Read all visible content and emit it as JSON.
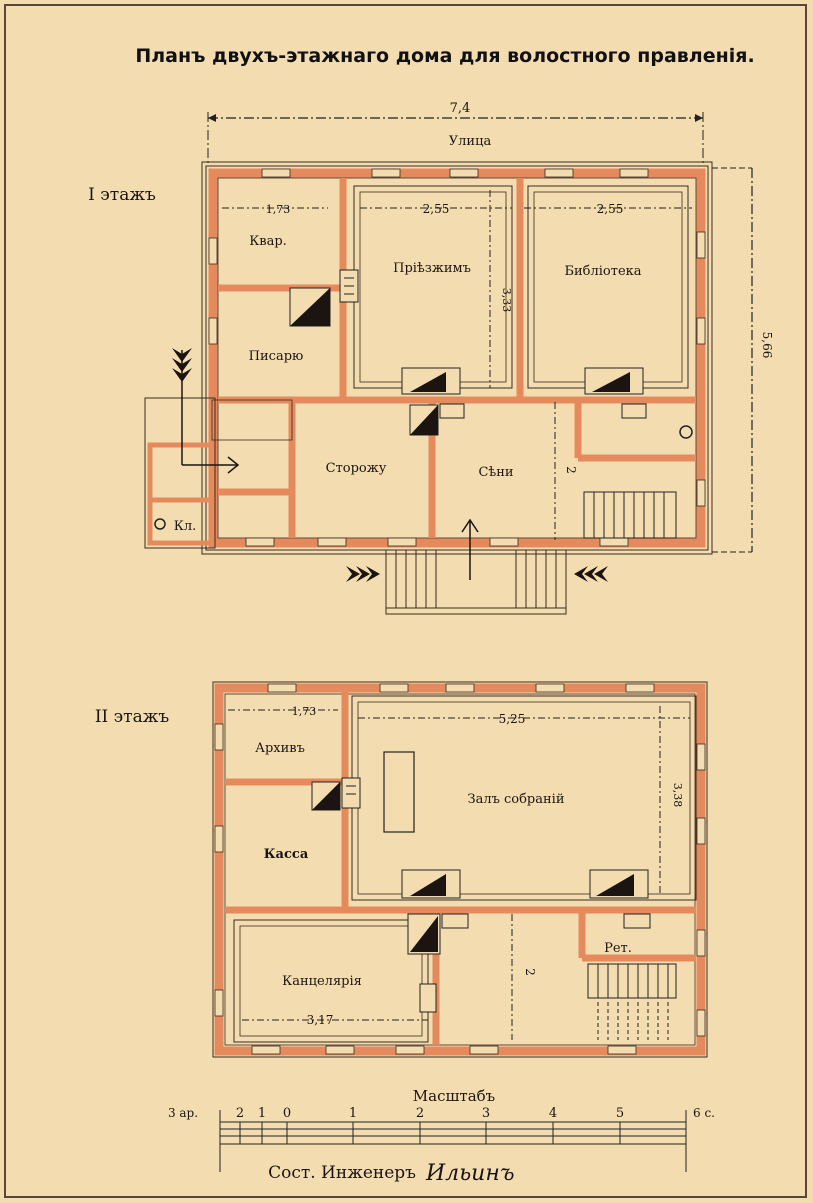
{
  "title": "Планъ двухъ-этажнаго дома для волостного правленія.",
  "street": "Улица",
  "floor1": {
    "label": "I этажъ",
    "rooms": {
      "kvar": "Квар.",
      "pisaryu": "Писарю",
      "priezzhim": "Пріѣзжимъ",
      "biblioteka": "Библіотека",
      "storozhu": "Сторожу",
      "seni": "Сѣни",
      "kl": "Кл."
    },
    "dims": {
      "overall_width": "7,4",
      "depth": "5,66",
      "kvar_width": "1,73",
      "priezzhim_width": "2,55",
      "biblioteka_width": "2,55",
      "priezzhim_depth": "3,33",
      "seni_depth": "2"
    }
  },
  "floor2": {
    "label": "II этажъ",
    "rooms": {
      "arkhiv": "Архивъ",
      "kassa": "Касса",
      "zal": "Залъ собраній",
      "kantselyariya": "Канцелярія",
      "ret": "Рет."
    },
    "dims": {
      "arkhiv_width": "1,73",
      "zal_width": "5,25",
      "zal_depth": "3,38",
      "kantselyariya_width": "3,17",
      "stair_depth": "2"
    }
  },
  "scale": {
    "title": "Масштабъ",
    "left_unit": "3 ар.",
    "right_unit": "6 с.",
    "ticks": [
      "2",
      "1",
      "0",
      "1",
      "2",
      "3",
      "4",
      "5"
    ]
  },
  "author": {
    "prefix": "Сост. Инженеръ",
    "signature": "Ильинъ"
  },
  "colors": {
    "paper": "#f3ddb0",
    "wall": "#e58a5c",
    "ink": "#1b1410"
  }
}
